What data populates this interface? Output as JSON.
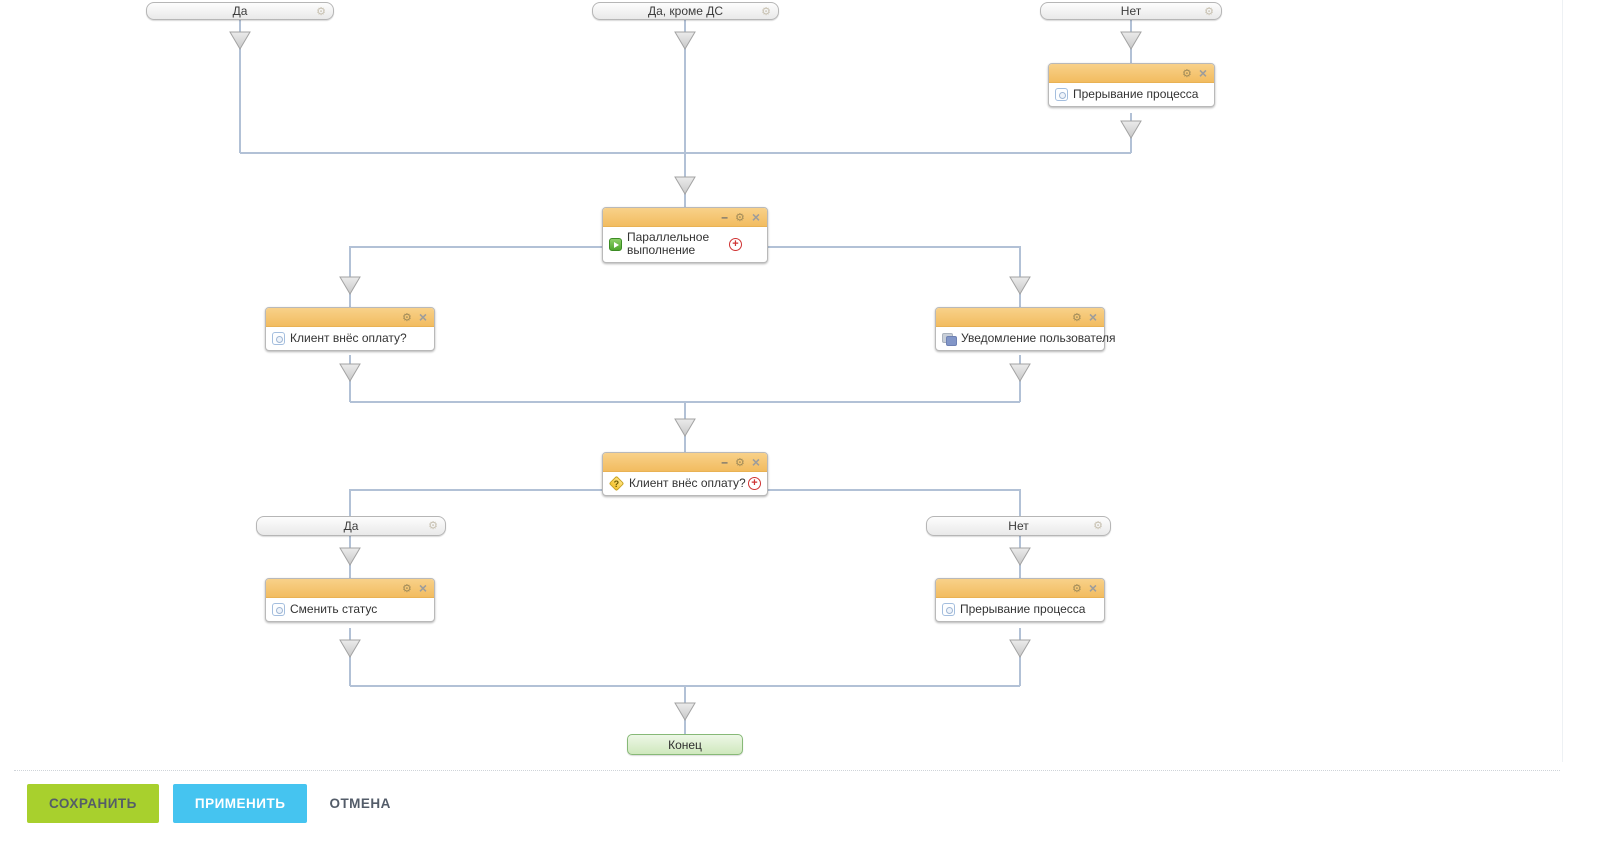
{
  "diagram": {
    "branch_labels": {
      "top_yes": "Да",
      "top_yes_except_ds": "Да, кроме ДС",
      "top_no": "Нет",
      "mid_yes": "Да",
      "mid_no": "Нет"
    },
    "nodes": {
      "interrupt_top": {
        "title": "Прерывание процесса",
        "icon": "status-icon"
      },
      "parallel": {
        "title": "Параллельное выполнение",
        "icon": "parallel-icon"
      },
      "client_paid": {
        "title": "Клиент внёс оплату?",
        "icon": "status-icon"
      },
      "notify_user": {
        "title": "Уведомление пользователя",
        "icon": "notification-icon"
      },
      "condition_paid": {
        "title": "Клиент внёс оплату?",
        "icon": "condition-diamond-icon"
      },
      "change_status": {
        "title": "Сменить статус",
        "icon": "status-icon"
      },
      "interrupt_bottom": {
        "title": "Прерывание процесса",
        "icon": "status-icon"
      },
      "end": {
        "label": "Конец"
      }
    },
    "condition_mark": "?",
    "colors": {
      "node_header": "#f5c36d",
      "connector_line": "#b2c1d6",
      "end_node_bg": "#ddefcd",
      "end_node_border": "#87b977"
    }
  },
  "footer": {
    "save_label": "СОХРАНИТЬ",
    "apply_label": "ПРИМЕНИТЬ",
    "cancel_label": "ОТМЕНА",
    "save_color": "#a8d02d",
    "apply_color": "#45c4f0"
  }
}
